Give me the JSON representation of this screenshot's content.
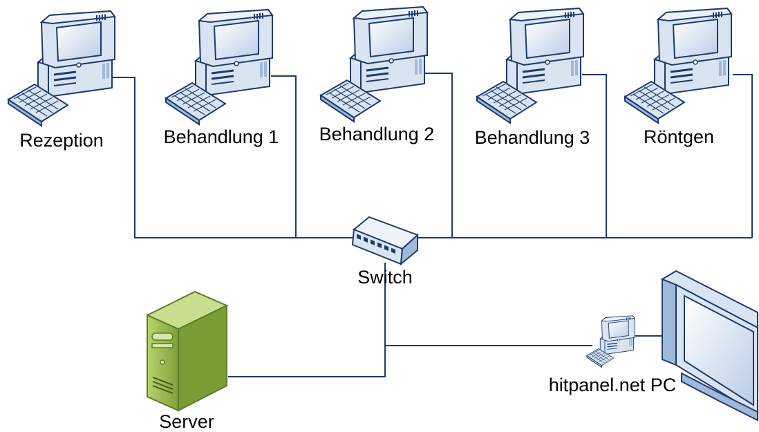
{
  "diagram": {
    "nodes": {
      "reception": "Rezeption",
      "treatment_1": "Behandlung 1",
      "treatment_2": "Behandlung 2",
      "treatment_3": "Behandlung 3",
      "xray": "Röntgen",
      "switch": "Switch",
      "server": "Server",
      "hitpanel_pc": "hitpanel.net PC"
    },
    "colors": {
      "computer_body": "#dbe6f3",
      "computer_edge": "#1e3a6e",
      "screen": "#9fb9d8",
      "server_body": "#8fb34a",
      "connection_line": "#1e3a6e"
    }
  }
}
